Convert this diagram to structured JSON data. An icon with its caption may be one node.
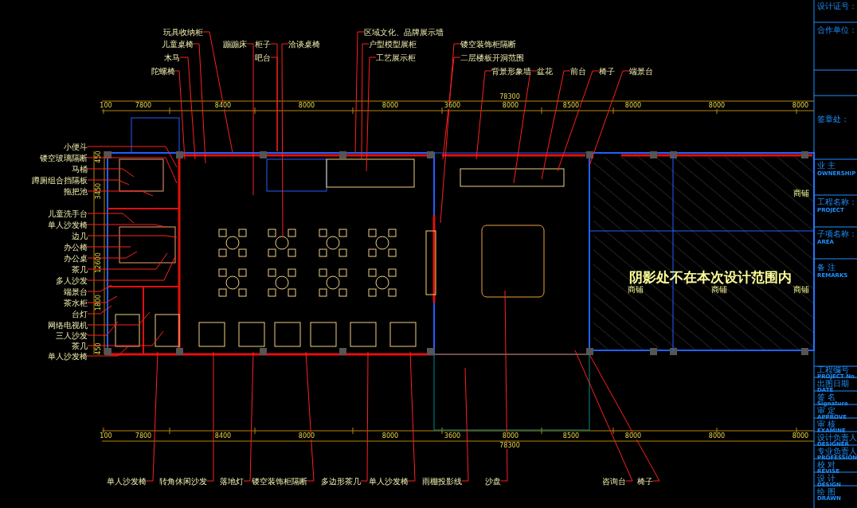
{
  "diagram": {
    "nodes": [
      {
        "text": [
          "玩具收纳柜"
        ]
      },
      {
        "text": [
          "儿童桌椅"
        ]
      },
      {
        "text": [
          "木马"
        ]
      },
      {
        "text": [
          "陀螺椅"
        ]
      },
      {
        "text": [
          "蹦蹦床"
        ]
      },
      {
        "text": [
          "柜子"
        ]
      },
      {
        "text": [
          "吧台"
        ]
      },
      {
        "text": [
          "洽谈桌椅"
        ]
      },
      {
        "text": [
          "区域文化、品牌展示墙"
        ]
      },
      {
        "text": [
          "户型模型展柜"
        ]
      },
      {
        "text": [
          "工艺展示柜"
        ]
      },
      {
        "text": [
          "镂空装饰柜隔断"
        ]
      },
      {
        "text": [
          "二层楼板开洞范围"
        ]
      },
      {
        "text": [
          "背景形象墙"
        ]
      },
      {
        "text": [
          "盆花"
        ]
      },
      {
        "text": [
          "前台"
        ]
      },
      {
        "text": [
          "椅子"
        ]
      },
      {
        "text": [
          "端景台"
        ]
      },
      {
        "text": [
          "小便斗"
        ]
      },
      {
        "text": [
          "镂空玻璃隔断"
        ]
      },
      {
        "text": [
          "马桶"
        ]
      },
      {
        "text": [
          "蹲厕组合挡隔板"
        ]
      },
      {
        "text": [
          "拖把池"
        ]
      },
      {
        "text": [
          "儿童洗手台"
        ]
      },
      {
        "text": [
          "单人沙发椅"
        ]
      },
      {
        "text": [
          "边几"
        ]
      },
      {
        "text": [
          "办公椅"
        ]
      },
      {
        "text": [
          "办公桌"
        ]
      },
      {
        "text": [
          "茶几"
        ]
      },
      {
        "text": [
          "多人沙发"
        ]
      },
      {
        "text": [
          "端景台"
        ]
      },
      {
        "text": [
          "茶水柜"
        ]
      },
      {
        "text": [
          "台灯"
        ]
      },
      {
        "text": [
          "网络电视机"
        ]
      },
      {
        "text": [
          "三人沙发"
        ]
      },
      {
        "text": [
          "茶几"
        ]
      },
      {
        "text": [
          "单人沙发椅"
        ]
      },
      {
        "text": [
          "单人沙发椅"
        ]
      },
      {
        "text": [
          "转角休闲沙发"
        ]
      },
      {
        "text": [
          "落地灯"
        ]
      },
      {
        "text": [
          "镂空装饰柜隔断"
        ]
      },
      {
        "text": [
          "多边形茶几"
        ]
      },
      {
        "text": [
          "单人沙发椅"
        ]
      },
      {
        "text": [
          "雨棚投影线"
        ]
      },
      {
        "text": [
          "沙盘"
        ]
      },
      {
        "text": [
          "咨询台"
        ]
      },
      {
        "text": [
          "椅子"
        ]
      }
    ],
    "edges": [
      {
        "from": 0,
        "to": null,
        "arrow": "none"
      },
      {
        "from": 1,
        "to": null,
        "arrow": "none"
      },
      {
        "from": 2,
        "to": null,
        "arrow": "none"
      },
      {
        "from": 3,
        "to": null,
        "arrow": "none"
      },
      {
        "from": 4,
        "to": null,
        "arrow": "none"
      },
      {
        "from": 5,
        "to": null,
        "arrow": "none"
      },
      {
        "from": 6,
        "to": null,
        "arrow": "none"
      },
      {
        "from": 7,
        "to": null,
        "arrow": "none"
      },
      {
        "from": 8,
        "to": null,
        "arrow": "none"
      },
      {
        "from": 9,
        "to": null,
        "arrow": "none"
      },
      {
        "from": 10,
        "to": null,
        "arrow": "none"
      },
      {
        "from": 11,
        "to": null,
        "arrow": "none"
      },
      {
        "from": 12,
        "to": null,
        "arrow": "none"
      },
      {
        "from": 13,
        "to": null,
        "arrow": "none"
      },
      {
        "from": 14,
        "to": null,
        "arrow": "none"
      },
      {
        "from": 15,
        "to": null,
        "arrow": "none"
      },
      {
        "from": 16,
        "to": null,
        "arrow": "none"
      },
      {
        "from": 17,
        "to": null,
        "arrow": "none"
      },
      {
        "from": 18,
        "to": null,
        "arrow": "none"
      },
      {
        "from": 19,
        "to": null,
        "arrow": "none"
      },
      {
        "from": 20,
        "to": null,
        "arrow": "none"
      },
      {
        "from": 21,
        "to": null,
        "arrow": "none"
      },
      {
        "from": 22,
        "to": null,
        "arrow": "none"
      },
      {
        "from": 23,
        "to": null,
        "arrow": "none"
      },
      {
        "from": 24,
        "to": null,
        "arrow": "none"
      },
      {
        "from": 25,
        "to": null,
        "arrow": "none"
      },
      {
        "from": 26,
        "to": null,
        "arrow": "none"
      },
      {
        "from": 27,
        "to": null,
        "arrow": "none"
      },
      {
        "from": 28,
        "to": null,
        "arrow": "none"
      },
      {
        "from": 29,
        "to": null,
        "arrow": "none"
      },
      {
        "from": 30,
        "to": null,
        "arrow": "none"
      },
      {
        "from": 31,
        "to": null,
        "arrow": "none"
      },
      {
        "from": 32,
        "to": null,
        "arrow": "none"
      },
      {
        "from": 33,
        "to": null,
        "arrow": "none"
      },
      {
        "from": 34,
        "to": null,
        "arrow": "none"
      },
      {
        "from": 35,
        "to": null,
        "arrow": "none"
      },
      {
        "from": 36,
        "to": null,
        "arrow": "none"
      },
      {
        "from": 37,
        "to": null,
        "arrow": "none"
      },
      {
        "from": 38,
        "to": null,
        "arrow": "none"
      },
      {
        "from": 39,
        "to": null,
        "arrow": "none"
      },
      {
        "from": 40,
        "to": null,
        "arrow": "none"
      },
      {
        "from": 41,
        "to": null,
        "arrow": "none"
      },
      {
        "from": 42,
        "to": null,
        "arrow": "none"
      },
      {
        "from": 43,
        "to": null,
        "arrow": "none"
      },
      {
        "from": 44,
        "to": null,
        "arrow": "none"
      },
      {
        "from": 45,
        "to": null,
        "arrow": "none"
      },
      {
        "from": 46,
        "to": null,
        "arrow": "none"
      }
    ],
    "labels": [
      "78300",
      "100",
      "7800",
      "8400",
      "8000",
      "8000",
      "3600",
      "8000",
      "8500",
      "8000",
      "8000",
      "8000",
      "100",
      "7800",
      "8400",
      "8000",
      "8000",
      "3600",
      "8000",
      "8500",
      "8000",
      "8000",
      "8000",
      "78300",
      "450",
      "3450",
      "12600",
      "1800",
      "450",
      "阴影处不在本次设计范围内",
      "商铺",
      "商铺",
      "商铺",
      "商铺",
      "设计证号：",
      "合作单位：",
      "签章处：",
      "业 主",
      "OWNERSHIP",
      "工程名称：",
      "PROJECT",
      "子项名称：",
      "AREA",
      "备 注",
      "REMARKS",
      "工程编号",
      "PROJECT No.",
      "出图日期",
      "DATE",
      "签 名",
      "Signature",
      "审 定",
      "APPROVE",
      "审 核",
      "EXAMINE",
      "设计负责人",
      "DESIGNER",
      "专业负责人",
      "PROFESSION",
      "校 对",
      "REVISE",
      "设 计",
      "DESIGN",
      "绘 图",
      "DRAWN"
    ]
  }
}
